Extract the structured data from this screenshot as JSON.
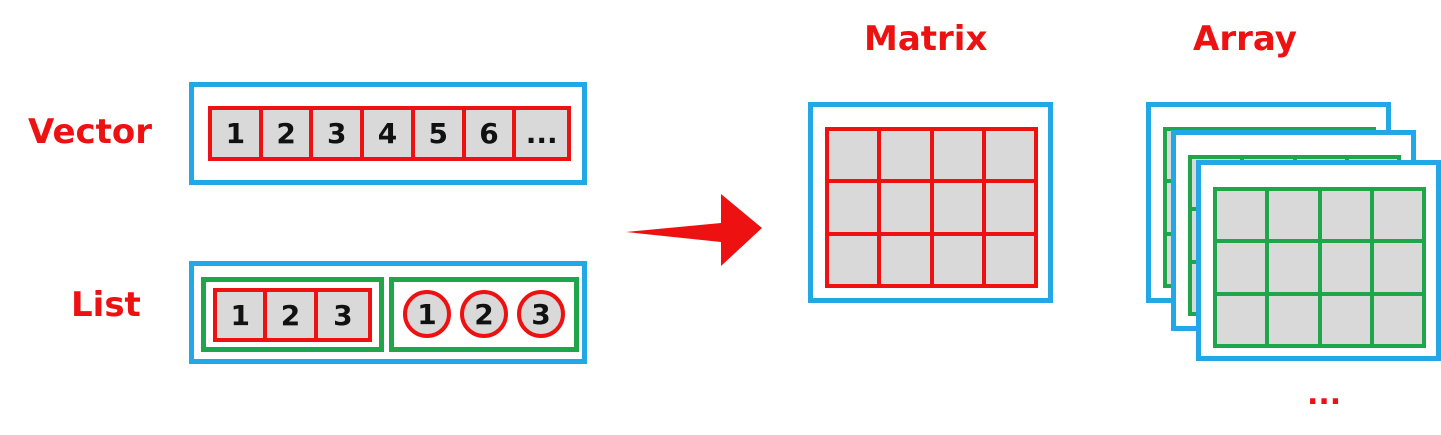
{
  "labels": {
    "vector": "Vector",
    "list": "List",
    "matrix": "Matrix",
    "array": "Array"
  },
  "vector_cells": [
    "1",
    "2",
    "3",
    "4",
    "5",
    "6",
    "..."
  ],
  "list_cells": [
    "1",
    "2",
    "3"
  ],
  "list_circles": [
    "1",
    "2",
    "3"
  ],
  "array_more": "...",
  "colors": {
    "label": "#ee1111",
    "outer_box": "#22a8e6",
    "group_box": "#1fa64a",
    "cell_border": "#ee1111",
    "cell_fill": "#d9d9d9",
    "arrow": "#ee1111"
  },
  "icons": {
    "arrow": "right-arrow-icon"
  }
}
